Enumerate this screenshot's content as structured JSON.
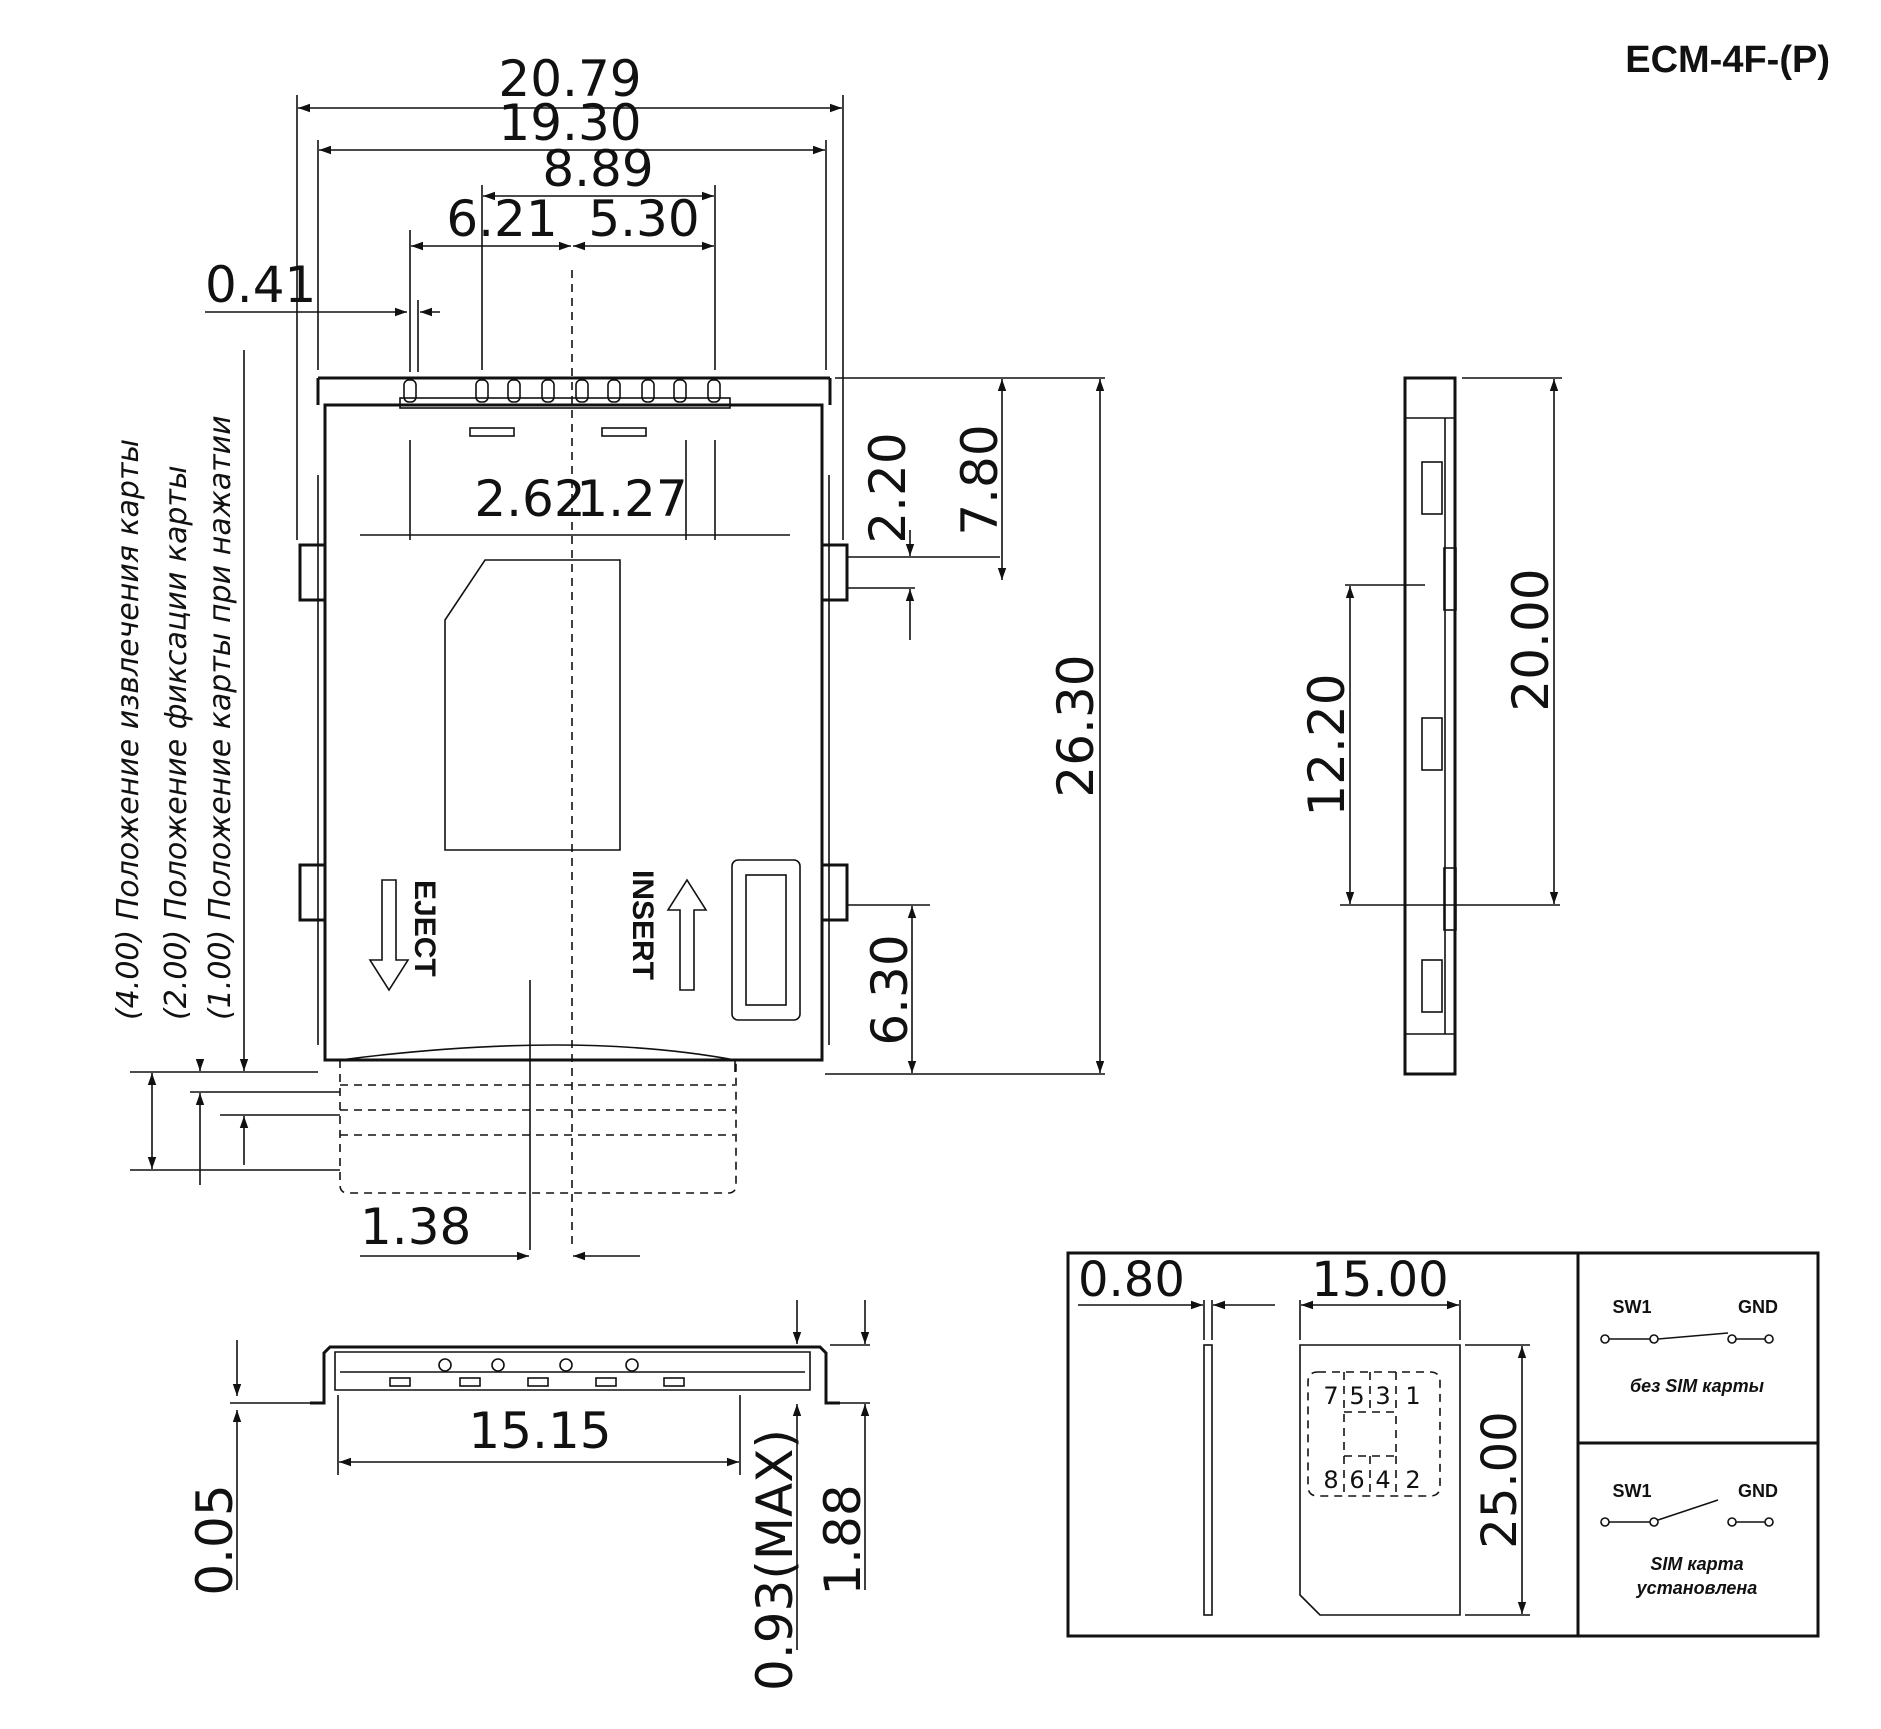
{
  "title": "ECM-4F-(P)",
  "top_view": {
    "dims": {
      "overall_width": "20.79",
      "inner_width": "19.30",
      "contacts_span": "8.89",
      "left_span": "6.21",
      "right_span": "5.30",
      "offset": "0.41",
      "left_pad": "2.62",
      "right_pad": "1.27",
      "d_2_20": "2.20",
      "d_7_80": "7.80",
      "d_26_30": "26.30",
      "d_6_30": "6.30",
      "d_1_38": "1.38"
    },
    "card_positions": {
      "eject": "(4.00)  Положение извлечения карты",
      "lock": "(2.00)  Положение фиксации карты",
      "press": "(1.00)  Положение карты при нажатии"
    },
    "eject_label": "EJECT",
    "insert_label": "INSERT"
  },
  "side_view": {
    "dims": {
      "d_20_00": "20.00",
      "d_12_20": "12.20"
    }
  },
  "bottom_view": {
    "dims": {
      "d_15_15": "15.15",
      "d_0_05": "0.05",
      "d_0_93": "0.93(MAX)",
      "d_1_88": "1.88"
    }
  },
  "sim_card": {
    "dims": {
      "thickness": "0.80",
      "width": "15.00",
      "height": "25.00"
    },
    "pins_top": [
      "7",
      "5",
      "3",
      "1"
    ],
    "pins_bottom": [
      "8",
      "6",
      "4",
      "2"
    ]
  },
  "switch_states": {
    "no_sim": {
      "sw1": "SW1",
      "gnd": "GND",
      "caption": "без SIM карты"
    },
    "sim_in": {
      "sw1": "SW1",
      "gnd": "GND",
      "caption_line1": "SIM карта",
      "caption_line2": "установлена"
    }
  }
}
